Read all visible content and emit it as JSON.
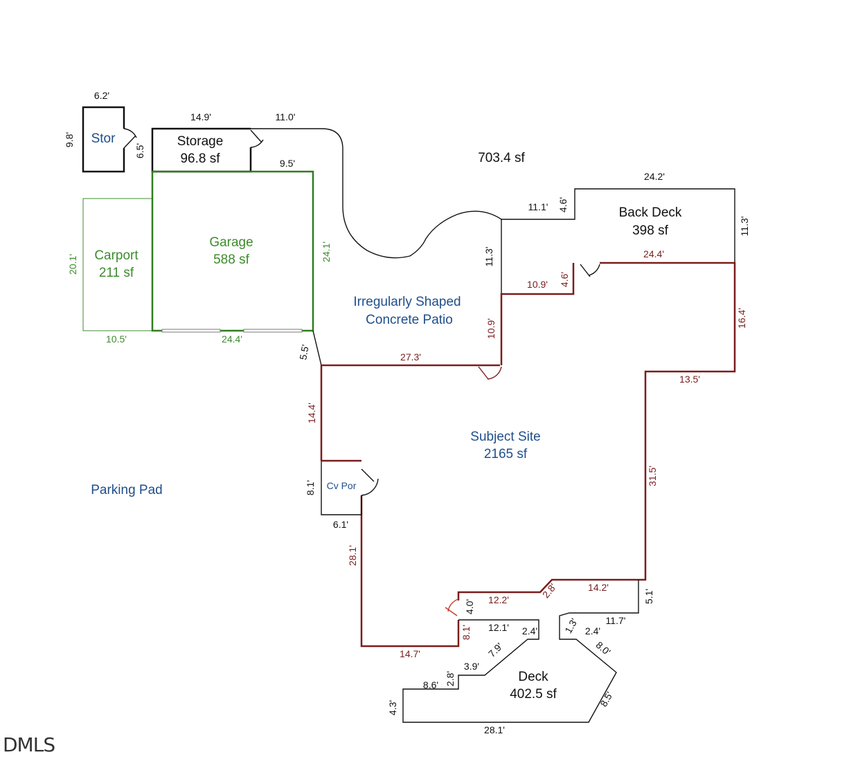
{
  "colors": {
    "outline": "#111111",
    "site_boundary": "#7a1c1c",
    "garage": "#2e7d1e",
    "garage_text": "#3c8c2c",
    "area_label": "#1f4e8c"
  },
  "areas": {
    "stor": {
      "name": "Stor"
    },
    "storage": {
      "name": "Storage",
      "area": "96.8 sf"
    },
    "garage": {
      "name": "Garage",
      "area": "588 sf"
    },
    "carport": {
      "name": "Carport",
      "area": "211 sf"
    },
    "patio_total": {
      "area": "703.4 sf"
    },
    "patio": {
      "line1": "Irregularly Shaped",
      "line2": "Concrete Patio"
    },
    "back_deck": {
      "name": "Back Deck",
      "area": "398 sf"
    },
    "subject_site": {
      "name": "Subject Site",
      "area": "2165 sf"
    },
    "cv_por": {
      "name": "Cv Por"
    },
    "parking_pad": {
      "name": "Parking Pad"
    },
    "deck": {
      "name": "Deck",
      "area": "402.5 sf"
    }
  },
  "dims": {
    "stor_top": "6.2'",
    "stor_left": "9.8'",
    "stor_right": "6.5'",
    "storage_top": "14.9'",
    "patio_top": "11.0'",
    "storage_bottom": "9.5'",
    "carport_left": "20.1'",
    "garage_right": "24.1'",
    "carport_bottom": "10.5'",
    "garage_bottom": "24.4'",
    "angled_5_5": "5.5'",
    "wall_27_3": "27.3'",
    "wall_10_9v": "10.9'",
    "wall_11_3v": "11.3'",
    "wall_11_1": "11.1'",
    "wall_4_6_top": "4.6'",
    "deck_top": "24.2'",
    "deck_right": "11.3'",
    "wall_10_9h": "10.9'",
    "wall_4_6_low": "4.6'",
    "wall_24_4": "24.4'",
    "wall_16_4": "16.4'",
    "wall_13_5": "13.5'",
    "wall_31_5": "31.5'",
    "wall_14_4": "14.4'",
    "cvpor_left": "8.1'",
    "cvpor_bottom": "6.1'",
    "wall_28_1v": "28.1'",
    "wall_14_7": "14.7'",
    "wall_8_1": "8.1'",
    "wall_4_0": "4.0'",
    "wall_12_2": "12.2'",
    "wall_2_8_diag": "2.8'",
    "wall_14_2": "14.2'",
    "wall_5_1": "5.1'",
    "deck_12_1": "12.1'",
    "deck_2_4_l": "2.4'",
    "deck_7_9": "7.9'",
    "deck_3_9": "3.9'",
    "deck_2_8": "2.8'",
    "deck_8_6": "8.6'",
    "deck_4_3": "4.3'",
    "deck_28_1": "28.1'",
    "deck_8_5": "8.5'",
    "deck_8_0": "8.0'",
    "deck_1_3": "1.3'",
    "deck_2_4_r": "2.4'",
    "deck_11_7": "11.7'"
  },
  "watermark": "DMLS"
}
